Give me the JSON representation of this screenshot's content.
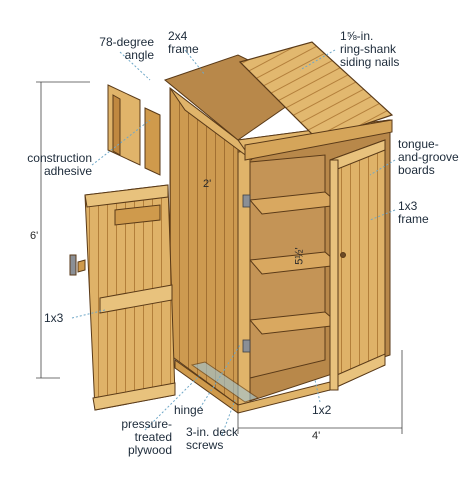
{
  "labels": {
    "angle": "78-degree\nangle",
    "frame_2x4": "2x4\nframe",
    "nails": "1⅝-in.\nring-shank\nsiding nails",
    "adhesive": "construction\nadhesive",
    "boards": "tongue-\nand-groove\nboards",
    "frame_1x3_right": "1x3\nframe",
    "frame_1x3_left": "1x3",
    "hinge": "hinge",
    "plywood": "pressure-\ntreated\nplywood",
    "screws": "3-in. deck\nscrews",
    "frame_1x2": "1x2"
  },
  "dimensions": {
    "height": "6'",
    "width": "4'",
    "depth": "2'",
    "shelf_spacing": "5½'"
  },
  "colors": {
    "wood_light": "#e0b46a",
    "wood_mid": "#cf9a4c",
    "wood_dark": "#a8722e",
    "line": "#5a3a18",
    "leader": "#6fa8c8",
    "interior": "#b8884a"
  }
}
